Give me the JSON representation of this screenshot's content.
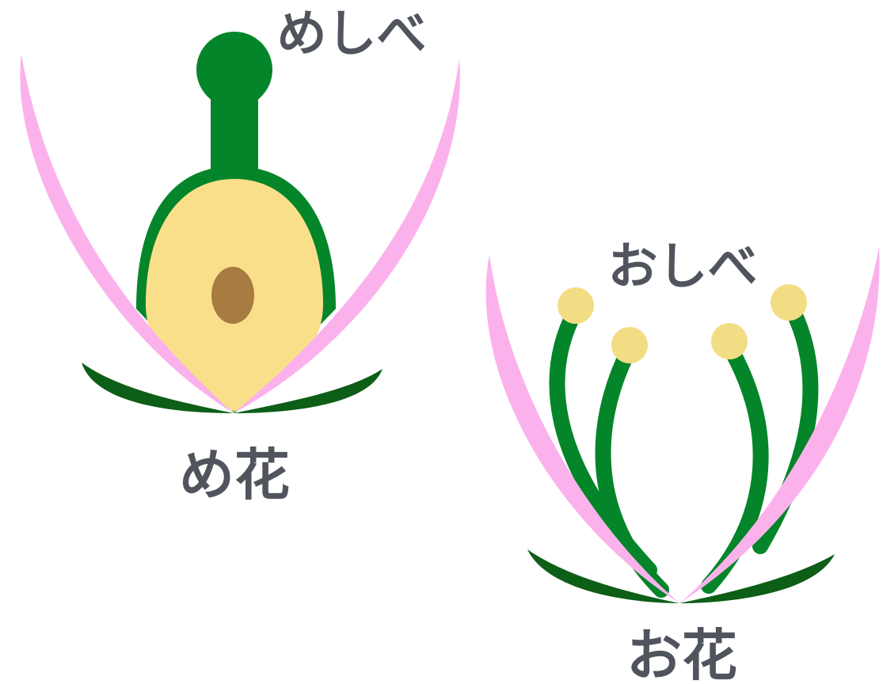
{
  "colors": {
    "petal": "#fbb2ec",
    "sepal": "#0d5e16",
    "green": "#048529",
    "ovary": "#fadf8b",
    "ovule": "#a87b40",
    "anther": "#f3dd84",
    "text": "#50545c",
    "background": "#ffffff"
  },
  "female_flower": {
    "title": "め花",
    "pistil_label": "めしべ"
  },
  "male_flower": {
    "title": "お花",
    "stamen_label": "おしべ"
  }
}
